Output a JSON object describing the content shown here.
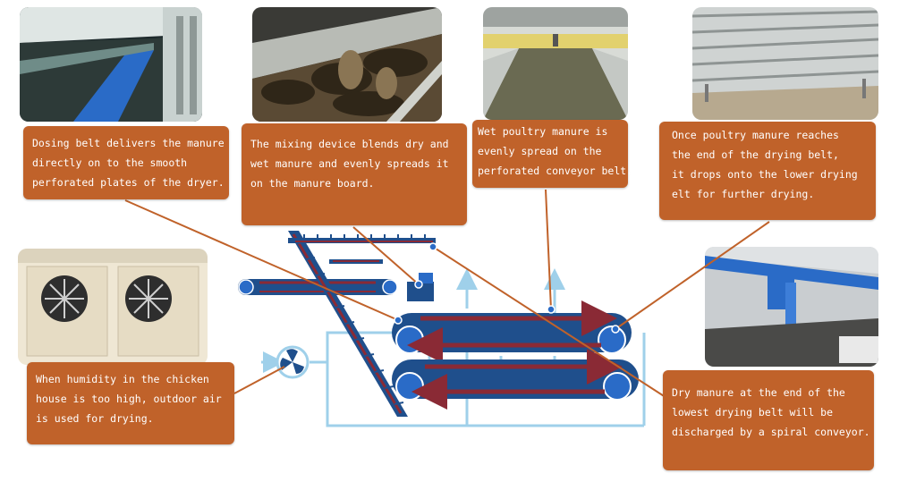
{
  "callouts": {
    "dosing": [
      "Dosing belt delivers the manure",
      "directly on to the smooth",
      "perforated plates of the dryer."
    ],
    "mixing": [
      "The mixing device blends dry and",
      "wet manure and evenly spreads it",
      "on the manure board."
    ],
    "wet": [
      "Wet poultry manure is",
      "evenly spread on the",
      "perforated conveyor belt."
    ],
    "drop": [
      "Once poultry manure reaches",
      "the end of the drying belt,",
      "it drops onto the lower drying",
      "elt for further drying."
    ],
    "humidity": [
      "When humidity in the chicken",
      "house is too high, outdoor air",
      "is used for drying."
    ],
    "spiral": [
      "Dry manure at the end of the",
      "lowest drying belt will be",
      "discharged by a spiral conveyor."
    ]
  },
  "photos": [
    {
      "name": "chicken-house-dosing-belt-photo",
      "subject": "long poultry house with blue dosing belt"
    },
    {
      "name": "mixing-device-photo",
      "subject": "mixed dry and wet manure in trough"
    },
    {
      "name": "drying-belt-hall-photo",
      "subject": "drying hall with perforated belt"
    },
    {
      "name": "dryer-underside-photo",
      "subject": "underside of drying belts"
    },
    {
      "name": "exhaust-fans-photo",
      "subject": "two exhaust fans in wall"
    },
    {
      "name": "spiral-conveyor-photo",
      "subject": "blue spiral conveyor pipe"
    }
  ],
  "colors": {
    "callout": "#c0622a",
    "belt": "#1f4f8c",
    "manure_flow": "#8a2a35",
    "air_flow": "#9fd0ea",
    "leader_line": "#c0622a"
  }
}
